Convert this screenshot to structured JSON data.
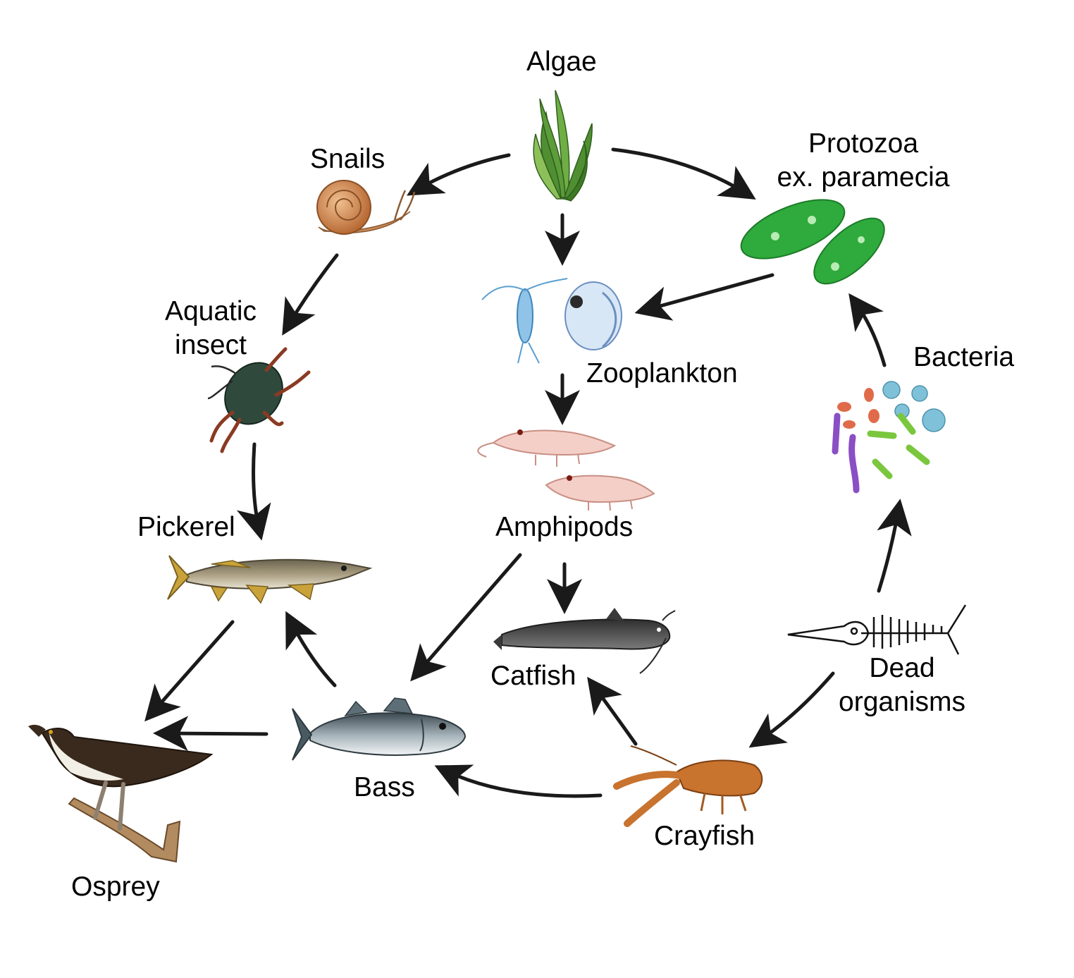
{
  "organisms": {
    "algae": {
      "label": "Algae"
    },
    "snails": {
      "label": "Snails"
    },
    "protozoa": {
      "line1": "Protozoa",
      "line2": "ex. paramecia"
    },
    "aquatic_insect": {
      "line1": "Aquatic",
      "line2": "insect"
    },
    "zooplankton": {
      "label": "Zooplankton"
    },
    "bacteria": {
      "label": "Bacteria"
    },
    "amphipods": {
      "label": "Amphipods"
    },
    "pickerel": {
      "label": "Pickerel"
    },
    "catfish": {
      "label": "Catfish"
    },
    "dead_organisms": {
      "line1": "Dead",
      "line2": "organisms"
    },
    "bass": {
      "label": "Bass"
    },
    "crayfish": {
      "label": "Crayfish"
    },
    "osprey": {
      "label": "Osprey"
    }
  },
  "flows": [
    {
      "from": "algae",
      "to": "snails"
    },
    {
      "from": "algae",
      "to": "zooplankton"
    },
    {
      "from": "algae",
      "to": "protozoa"
    },
    {
      "from": "snails",
      "to": "aquatic_insect"
    },
    {
      "from": "protozoa",
      "to": "zooplankton"
    },
    {
      "from": "bacteria",
      "to": "protozoa"
    },
    {
      "from": "zooplankton",
      "to": "amphipods"
    },
    {
      "from": "aquatic_insect",
      "to": "pickerel"
    },
    {
      "from": "amphipods",
      "to": "bass"
    },
    {
      "from": "amphipods",
      "to": "catfish"
    },
    {
      "from": "dead_organisms",
      "to": "bacteria"
    },
    {
      "from": "dead_organisms",
      "to": "crayfish"
    },
    {
      "from": "pickerel",
      "to": "osprey"
    },
    {
      "from": "bass",
      "to": "pickerel"
    },
    {
      "from": "bass",
      "to": "osprey"
    },
    {
      "from": "crayfish",
      "to": "catfish"
    },
    {
      "from": "crayfish",
      "to": "bass"
    }
  ],
  "colors": {
    "arrow": "#1a1a1a",
    "algae": "#4f8f32",
    "protozoa": "#2faa3c",
    "snail": "#d08a55",
    "fish": "#9a8f78",
    "catfish": "#454545",
    "crayfish": "#c8732e",
    "amphipod": "#f0c8c0",
    "osprey": "#3a2a1e"
  }
}
